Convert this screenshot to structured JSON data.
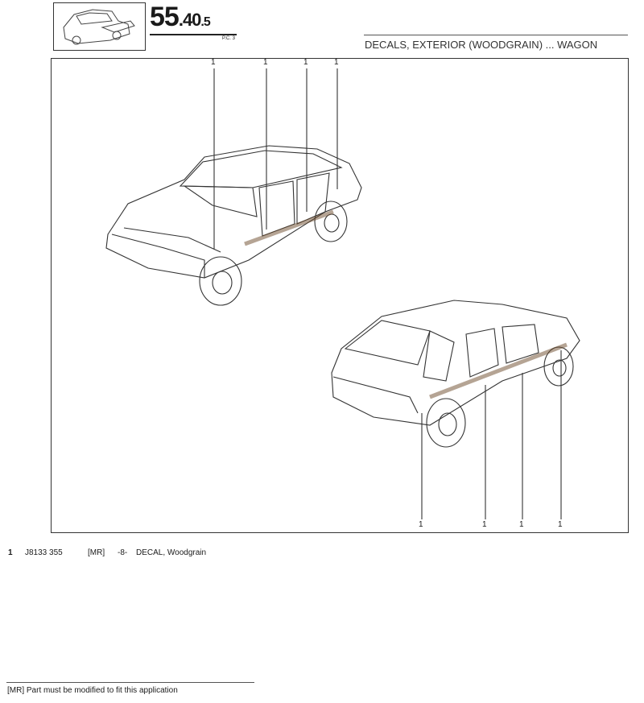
{
  "header": {
    "section_main": "55",
    "section_sub": ".40",
    "section_suffix": ".5",
    "page_code": "P.C. 3",
    "title": "DECALS, EXTERIOR (WOODGRAIN) ... WAGON"
  },
  "illustration": {
    "callouts_top": [
      "1",
      "1",
      "1",
      "1"
    ],
    "callouts_bottom": [
      "1",
      "1",
      "1",
      "1"
    ]
  },
  "parts": [
    {
      "ref": "1",
      "number": "J8133 355",
      "flag": "[MR]",
      "qty": "-8-",
      "description": "DECAL, Woodgrain"
    }
  ],
  "footnote": "[MR] Part must be modified to fit this application"
}
